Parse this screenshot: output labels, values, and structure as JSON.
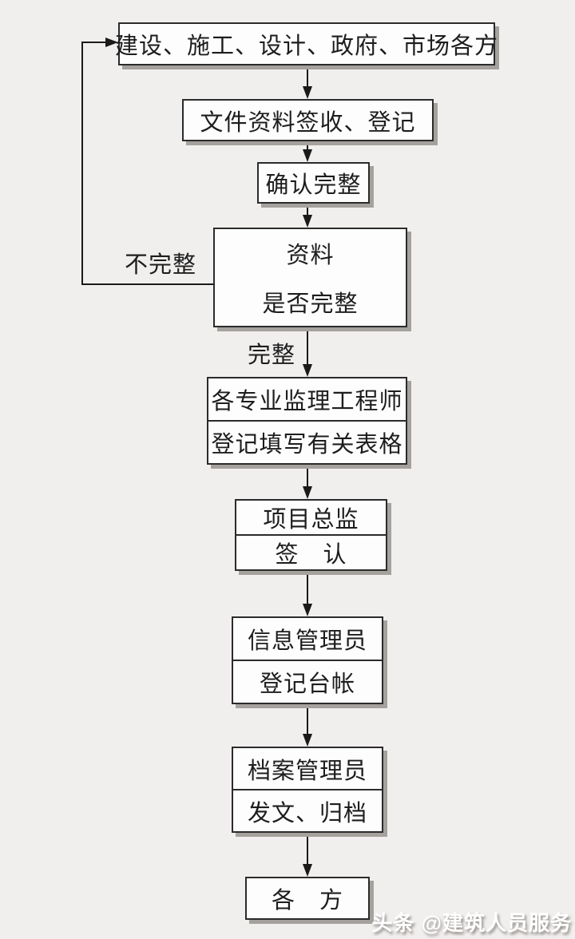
{
  "page": {
    "watermark_text": "头条 @建筑人员服务"
  },
  "colors": {
    "background": "#f1efee",
    "box_fill": "#fdfdfd",
    "box_border": "#2b2b2b",
    "box_shadow": "#a5a19d",
    "connector_line": "#1a1a1a",
    "text": "#1d1d1d",
    "watermark_text_color": "#ffffff"
  },
  "flow": {
    "boxes": [
      {
        "id": "sources",
        "lines": [
          "建设、施工、设计、政府、市场各方"
        ]
      },
      {
        "id": "sign-register",
        "lines": [
          "文件资料签收、登记"
        ]
      },
      {
        "id": "confirm-complete",
        "lines": [
          "确认完整"
        ]
      },
      {
        "id": "decision-completeness",
        "lines": [
          "资料",
          "是否完整"
        ]
      },
      {
        "id": "supervision-engineers",
        "lines": [
          "各专业监理工程师",
          "登记填写有关表格"
        ]
      },
      {
        "id": "chief-supervisor",
        "lines": [
          "项目总监",
          "签　认"
        ]
      },
      {
        "id": "information-manager",
        "lines": [
          "信息管理员",
          "登记台帐"
        ]
      },
      {
        "id": "archive-manager",
        "lines": [
          "档案管理员",
          "发文、归档"
        ]
      },
      {
        "id": "all-parties",
        "lines": [
          "各　方"
        ]
      }
    ],
    "branch_labels": {
      "incomplete": "不完整",
      "complete": "完整"
    }
  }
}
